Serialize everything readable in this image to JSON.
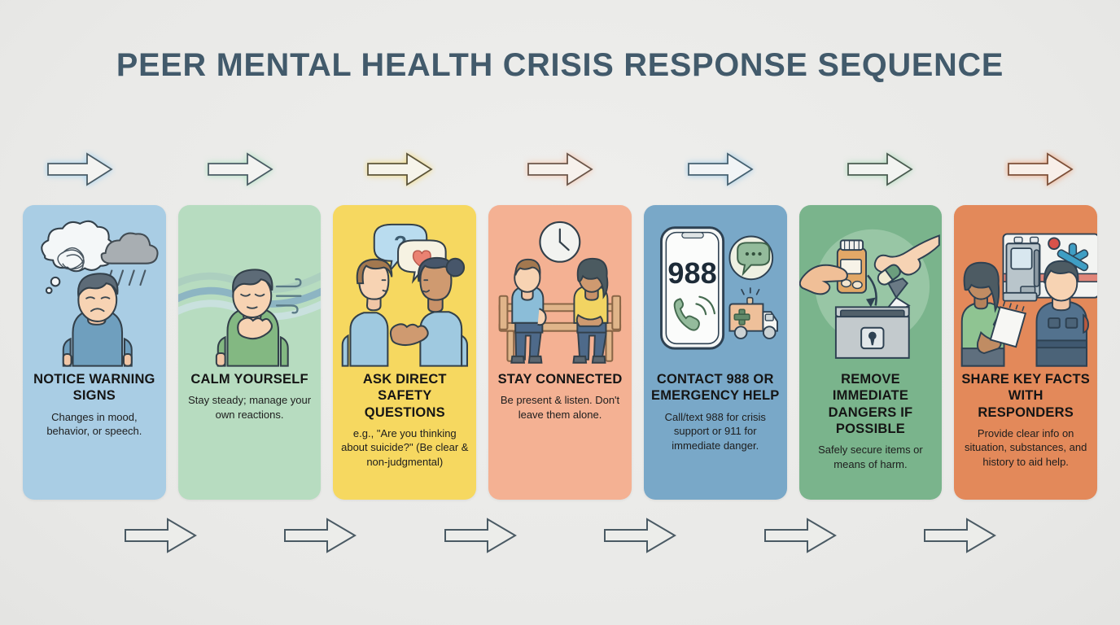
{
  "poster": {
    "title": "Peer Mental Health Crisis Response Sequence",
    "background_color": "#ececeb",
    "title_color": "#425a6b"
  },
  "flow": {
    "top_arrow_count": 7,
    "bottom_arrow_count": 6,
    "arrow_icon": "arrow-right-icon",
    "arrow_outline_color": "#4a5a64"
  },
  "steps": [
    {
      "index": 1,
      "heading": "Notice Warning Signs",
      "body": "Changes in mood, behavior, or speech.",
      "color": "#a9cde4",
      "glow_color": "#9fd0ef",
      "art_name": "sad-person-thought-cloud-illustration",
      "art_elements": [
        "thought-bubble-scribble-icon",
        "rain-cloud-icon",
        "sad-person-icon"
      ]
    },
    {
      "index": 2,
      "heading": "Calm Yourself",
      "body": "Stay steady; manage your own reactions.",
      "color": "#b7dcc0",
      "glow_color": "#a8e0bd",
      "art_name": "calm-breathing-person-illustration",
      "art_elements": [
        "wave-background-icon",
        "hand-on-chest-person-icon",
        "breath-wind-icon"
      ]
    },
    {
      "index": 3,
      "heading": "Ask Direct Safety Questions",
      "body": "e.g., \"Are you thinking about suicide?\" (Be clear & non-judgmental)",
      "color": "#f6d860",
      "glow_color": "#f4dc82",
      "art_name": "two-people-conversation-illustration",
      "art_elements": [
        "question-speech-bubble-icon",
        "heart-speech-bubble-icon",
        "listener-person-icon",
        "speaker-person-icon"
      ]
    },
    {
      "index": 4,
      "heading": "Stay Connected",
      "body": "Be present & listen. Don't leave them alone.",
      "color": "#f4b193",
      "glow_color": "#f6c0a6",
      "art_name": "two-people-on-bench-illustration",
      "art_elements": [
        "clock-icon",
        "bench-icon",
        "seated-person-left-icon",
        "seated-person-right-icon"
      ]
    },
    {
      "index": 5,
      "heading": "Contact 988 or Emergency Help",
      "body": "Call/text 988 for crisis support or 911 for immediate danger.",
      "color": "#79a8c8",
      "glow_color": "#9cc8e4",
      "art_name": "phone-988-emergency-illustration",
      "phone_screen_number": "988",
      "art_elements": [
        "smartphone-icon",
        "phone-handset-icon",
        "chat-bubble-icon",
        "ambulance-icon"
      ]
    },
    {
      "index": 6,
      "heading": "Remove Immediate Dangers if Possible",
      "body": "Safely secure items or means of harm.",
      "color": "#7ab48c",
      "glow_color": "#a4d8b4",
      "art_name": "secure-lockbox-illustration",
      "art_elements": [
        "hand-with-pill-bottle-icon",
        "hand-with-pill-icon",
        "down-arrow-icon",
        "lockbox-icon",
        "knife-icon"
      ]
    },
    {
      "index": 7,
      "heading": "Share Key Facts with Responders",
      "body": "Provide clear info on situation, substances, and history to aid help.",
      "color": "#e3895a",
      "glow_color": "#f0a178",
      "art_name": "briefing-responder-illustration",
      "art_elements": [
        "ambulance-icon",
        "star-of-life-icon",
        "person-with-notepad-icon",
        "paramedic-icon"
      ]
    }
  ]
}
